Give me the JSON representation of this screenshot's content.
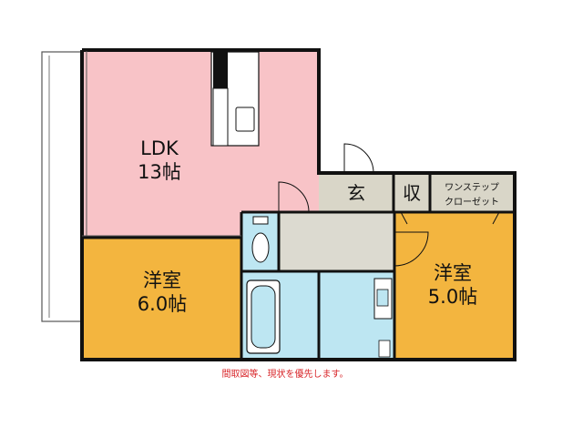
{
  "rooms": {
    "ldk": {
      "name": "LDK",
      "size": "13帖"
    },
    "west": {
      "name": "洋室",
      "size": "6.0帖"
    },
    "east": {
      "name": "洋室",
      "size": "5.0帖"
    },
    "genkan": {
      "name": "玄"
    },
    "storage": {
      "name": "収"
    },
    "closet": {
      "line1": "ワンステップ",
      "line2": "クローゼット"
    }
  },
  "note": "間取図等、現状を優先します。",
  "colors": {
    "ldk": "#f8c3c7",
    "bedroom": "#f3b53f",
    "entrance": "#d9d6c8",
    "hall": "#dcdad0",
    "water": "#bde6f2",
    "wall": "#111111",
    "note": "#d8262a"
  }
}
